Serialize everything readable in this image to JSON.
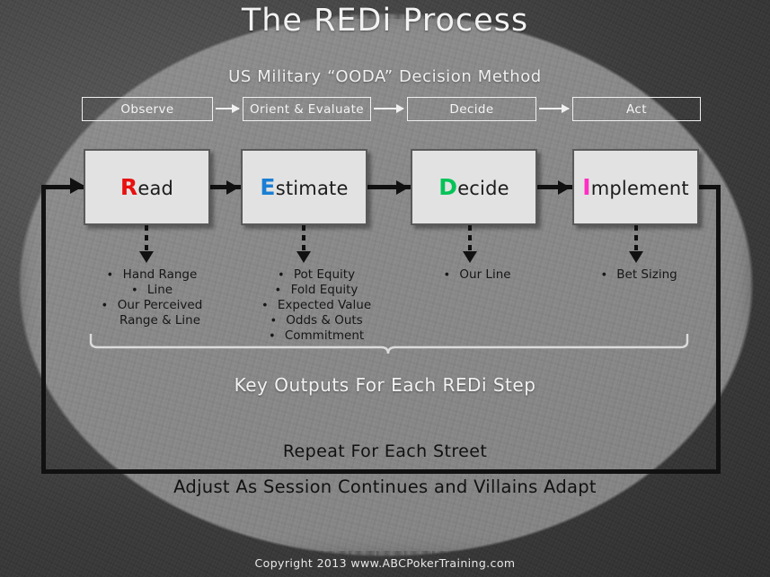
{
  "slide": {
    "title": "The REDi Process",
    "copyright": "Copyright 2013 www.ABCPokerTraining.com"
  },
  "ooda": {
    "heading": "US Military  “OODA” Decision  Method",
    "steps": [
      {
        "label": "Observe"
      },
      {
        "label": "Orient & Evaluate"
      },
      {
        "label": "Decide"
      },
      {
        "label": "Act"
      }
    ]
  },
  "redi": {
    "steps": [
      {
        "cap": "R",
        "rest": "ead",
        "color": "#e8100f",
        "outputs": [
          "Hand Range",
          "Line",
          "Our Perceived\nRange & Line"
        ]
      },
      {
        "cap": "E",
        "rest": "stimate",
        "color": "#1a7fd4",
        "outputs": [
          "Pot Equity",
          "Fold Equity",
          "Expected Value",
          "Odds & Outs",
          "Commitment"
        ]
      },
      {
        "cap": "D",
        "rest": "ecide",
        "color": "#04c357",
        "outputs": [
          "Our Line"
        ]
      },
      {
        "cap": "I",
        "rest": "mplement",
        "color": "#ff2fc4",
        "outputs": [
          "Bet Sizing"
        ]
      }
    ]
  },
  "captions": {
    "key_outputs": "Key Outputs For Each REDi Step",
    "repeat": "Repeat For Each Street",
    "adjust": "Adjust As Session Continues and Villains Adapt"
  },
  "bullet_char": "•",
  "colors": {
    "box_fill": "#e2e2e2",
    "box_border": "#5a5a5a",
    "line": "#111111",
    "light_text": "#f2f2f2",
    "dark_text": "#161616",
    "brace": "#dcdcdc"
  }
}
